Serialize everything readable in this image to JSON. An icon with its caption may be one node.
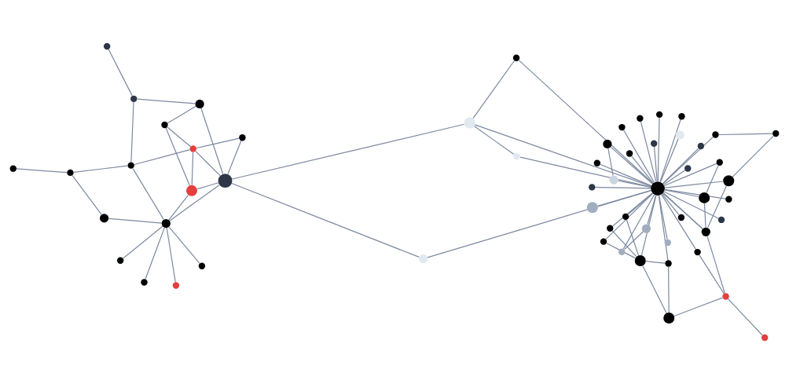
{
  "diagram": {
    "nodes": [
      {
        "text": [],
        "shape": "circle"
      },
      {
        "text": [],
        "shape": "circle"
      },
      {
        "text": [],
        "shape": "circle"
      },
      {
        "text": [],
        "shape": "circle"
      },
      {
        "text": [],
        "shape": "circle"
      },
      {
        "text": [],
        "shape": "circle"
      },
      {
        "text": [],
        "shape": "circle"
      },
      {
        "text": [],
        "shape": "circle"
      },
      {
        "text": [],
        "shape": "circle"
      },
      {
        "text": [],
        "shape": "circle"
      },
      {
        "text": [],
        "shape": "circle"
      },
      {
        "text": [],
        "shape": "circle"
      },
      {
        "text": [],
        "shape": "circle"
      },
      {
        "text": [],
        "shape": "circle"
      },
      {
        "text": [],
        "shape": "circle"
      },
      {
        "text": [],
        "shape": "circle"
      },
      {
        "text": [],
        "shape": "circle"
      },
      {
        "text": [],
        "shape": "circle"
      },
      {
        "text": [],
        "shape": "circle"
      },
      {
        "text": [],
        "shape": "circle"
      },
      {
        "text": [],
        "shape": "circle"
      },
      {
        "text": [],
        "shape": "circle"
      },
      {
        "text": [],
        "shape": "circle"
      },
      {
        "text": [],
        "shape": "circle"
      },
      {
        "text": [],
        "shape": "circle"
      },
      {
        "text": [],
        "shape": "circle"
      },
      {
        "text": [],
        "shape": "circle"
      },
      {
        "text": [],
        "shape": "circle"
      },
      {
        "text": [],
        "shape": "circle"
      },
      {
        "text": [],
        "shape": "circle"
      },
      {
        "text": [],
        "shape": "circle"
      },
      {
        "text": [],
        "shape": "circle"
      },
      {
        "text": [],
        "shape": "circle"
      },
      {
        "text": [],
        "shape": "circle"
      },
      {
        "text": [],
        "shape": "circle"
      },
      {
        "text": [],
        "shape": "circle"
      },
      {
        "text": [],
        "shape": "circle"
      },
      {
        "text": [],
        "shape": "circle"
      },
      {
        "text": [],
        "shape": "circle"
      },
      {
        "text": [],
        "shape": "circle"
      },
      {
        "text": [],
        "shape": "circle"
      },
      {
        "text": [],
        "shape": "circle"
      },
      {
        "text": [],
        "shape": "circle"
      },
      {
        "text": [],
        "shape": "circle"
      },
      {
        "text": [],
        "shape": "circle"
      },
      {
        "text": [],
        "shape": "circle"
      },
      {
        "text": [],
        "shape": "circle"
      },
      {
        "text": [],
        "shape": "circle"
      },
      {
        "text": [],
        "shape": "circle"
      },
      {
        "text": [],
        "shape": "circle"
      },
      {
        "text": [],
        "shape": "circle"
      },
      {
        "text": [],
        "shape": "circle"
      },
      {
        "text": [],
        "shape": "circle"
      },
      {
        "text": [],
        "shape": "circle"
      },
      {
        "text": [],
        "shape": "circle"
      },
      {
        "text": [],
        "shape": "circle"
      },
      {
        "text": [],
        "shape": "circle"
      }
    ],
    "edges": [
      {
        "from": 7,
        "to": 10,
        "arrow": "none"
      },
      {
        "from": 10,
        "to": 16,
        "arrow": "none"
      },
      {
        "from": 2,
        "to": 10,
        "arrow": "none"
      },
      {
        "from": 7,
        "to": 11,
        "arrow": "none"
      },
      {
        "from": 7,
        "to": 14,
        "arrow": "none"
      },
      {
        "from": 6,
        "to": 11,
        "arrow": "none"
      },
      {
        "from": 6,
        "to": 16,
        "arrow": "none"
      },
      {
        "from": 11,
        "to": 14,
        "arrow": "none"
      },
      {
        "from": 11,
        "to": 16,
        "arrow": "none"
      },
      {
        "from": 14,
        "to": 16,
        "arrow": "none"
      },
      {
        "from": 11,
        "to": 4,
        "arrow": "none"
      },
      {
        "from": 2,
        "to": 4,
        "arrow": "none"
      },
      {
        "from": 2,
        "to": 0,
        "arrow": "none"
      },
      {
        "from": 4,
        "to": 13,
        "arrow": "none"
      },
      {
        "from": 14,
        "to": 13,
        "arrow": "none"
      },
      {
        "from": 13,
        "to": 16,
        "arrow": "none"
      },
      {
        "from": 13,
        "to": 9,
        "arrow": "none"
      },
      {
        "from": 13,
        "to": 8,
        "arrow": "none"
      },
      {
        "from": 13,
        "to": 5,
        "arrow": "none"
      },
      {
        "from": 13,
        "to": 15,
        "arrow": "none"
      },
      {
        "from": 13,
        "to": 12,
        "arrow": "none"
      },
      {
        "from": 4,
        "to": 3,
        "arrow": "none"
      },
      {
        "from": 3,
        "to": 5,
        "arrow": "none"
      },
      {
        "from": 3,
        "to": 1,
        "arrow": "none"
      },
      {
        "from": 16,
        "to": 17,
        "arrow": "none"
      },
      {
        "from": 16,
        "to": 18,
        "arrow": "none"
      },
      {
        "from": 17,
        "to": 34,
        "arrow": "none"
      },
      {
        "from": 18,
        "to": 34,
        "arrow": "none"
      },
      {
        "from": 18,
        "to": 19,
        "arrow": "none"
      },
      {
        "from": 19,
        "to": 34,
        "arrow": "none"
      },
      {
        "from": 18,
        "to": 20,
        "arrow": "none"
      },
      {
        "from": 34,
        "to": 28,
        "arrow": "none"
      },
      {
        "from": 34,
        "to": 24,
        "arrow": "none"
      },
      {
        "from": 34,
        "to": 32,
        "arrow": "none"
      },
      {
        "from": 34,
        "to": 29,
        "arrow": "none"
      },
      {
        "from": 34,
        "to": 21,
        "arrow": "none"
      },
      {
        "from": 34,
        "to": 22,
        "arrow": "none"
      },
      {
        "from": 34,
        "to": 27,
        "arrow": "none"
      },
      {
        "from": 34,
        "to": 23,
        "arrow": "none"
      },
      {
        "from": 34,
        "to": 31,
        "arrow": "none"
      },
      {
        "from": 34,
        "to": 26,
        "arrow": "none"
      },
      {
        "from": 34,
        "to": 25,
        "arrow": "none"
      },
      {
        "from": 34,
        "to": 33,
        "arrow": "none"
      },
      {
        "from": 34,
        "to": 36,
        "arrow": "none"
      },
      {
        "from": 34,
        "to": 30,
        "arrow": "none"
      },
      {
        "from": 34,
        "to": 35,
        "arrow": "none"
      },
      {
        "from": 34,
        "to": 41,
        "arrow": "none"
      },
      {
        "from": 34,
        "to": 37,
        "arrow": "none"
      },
      {
        "from": 34,
        "to": 45,
        "arrow": "none"
      },
      {
        "from": 34,
        "to": 48,
        "arrow": "none"
      },
      {
        "from": 34,
        "to": 40,
        "arrow": "none"
      },
      {
        "from": 34,
        "to": 42,
        "arrow": "none"
      },
      {
        "from": 34,
        "to": 38,
        "arrow": "none"
      },
      {
        "from": 34,
        "to": 44,
        "arrow": "none"
      },
      {
        "from": 34,
        "to": 50,
        "arrow": "none"
      },
      {
        "from": 34,
        "to": 43,
        "arrow": "none"
      },
      {
        "from": 34,
        "to": 49,
        "arrow": "none"
      },
      {
        "from": 34,
        "to": 39,
        "arrow": "none"
      },
      {
        "from": 34,
        "to": 46,
        "arrow": "none"
      },
      {
        "from": 34,
        "to": 55,
        "arrow": "none"
      },
      {
        "from": 34,
        "to": 52,
        "arrow": "none"
      },
      {
        "from": 34,
        "to": 47,
        "arrow": "none"
      },
      {
        "from": 26,
        "to": 25,
        "arrow": "none"
      },
      {
        "from": 29,
        "to": 32,
        "arrow": "none"
      },
      {
        "from": 37,
        "to": 45,
        "arrow": "none"
      },
      {
        "from": 45,
        "to": 48,
        "arrow": "none"
      },
      {
        "from": 45,
        "to": 53,
        "arrow": "none"
      },
      {
        "from": 48,
        "to": 53,
        "arrow": "none"
      },
      {
        "from": 45,
        "to": 40,
        "arrow": "none"
      },
      {
        "from": 45,
        "to": 42,
        "arrow": "none"
      },
      {
        "from": 53,
        "to": 51,
        "arrow": "none"
      },
      {
        "from": 51,
        "to": 56,
        "arrow": "none"
      },
      {
        "from": 44,
        "to": 51,
        "arrow": "none"
      },
      {
        "from": 43,
        "to": 51,
        "arrow": "none"
      },
      {
        "from": 43,
        "to": 49,
        "arrow": "none"
      },
      {
        "from": 20,
        "to": 43,
        "arrow": "none"
      },
      {
        "from": 49,
        "to": 55,
        "arrow": "none"
      },
      {
        "from": 43,
        "to": 52,
        "arrow": "none"
      },
      {
        "from": 52,
        "to": 54,
        "arrow": "none"
      },
      {
        "from": 47,
        "to": 54,
        "arrow": "none"
      }
    ]
  }
}
